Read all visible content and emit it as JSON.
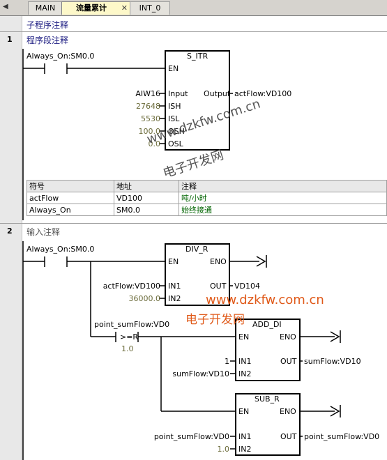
{
  "tabs": [
    {
      "label": "MAIN",
      "active": false
    },
    {
      "label": "流量累计",
      "active": true
    },
    {
      "label": "INT_0",
      "active": false
    }
  ],
  "subroutine_comment": "子程序注释",
  "network1": {
    "number": "1",
    "comment": "程序段注释",
    "contact": "Always_On:SM0.0",
    "box": {
      "name": "S_ITR",
      "en": "EN",
      "inputs": [
        {
          "operand": "AIW16",
          "pin": "Input"
        },
        {
          "operand": "27648",
          "pin": "ISH"
        },
        {
          "operand": "5530",
          "pin": "ISL"
        },
        {
          "operand": "100.0",
          "pin": "OSH"
        },
        {
          "operand": "0.0",
          "pin": "OSL"
        }
      ],
      "output_pin": "Output",
      "output_operand": "actFlow:VD100"
    },
    "symbol_table": {
      "headers": [
        "符号",
        "地址",
        "注释"
      ],
      "rows": [
        {
          "symbol": "actFlow",
          "address": "VD100",
          "comment": "吨/小时"
        },
        {
          "symbol": "Always_On",
          "address": "SM0.0",
          "comment": "始终接通"
        }
      ]
    }
  },
  "network2": {
    "number": "2",
    "comment": "输入注释",
    "contact": "Always_On:SM0.0",
    "div": {
      "name": "DIV_R",
      "en": "EN",
      "eno": "ENO",
      "in1_operand": "actFlow:VD100",
      "in1": "IN1",
      "in2_operand": "36000.0",
      "in2": "IN2",
      "out": "OUT",
      "out_operand": "VD104"
    },
    "compare": {
      "operand": "point_sumFlow:VD0",
      "op": ">=R",
      "value": "1.0"
    },
    "add": {
      "name": "ADD_DI",
      "en": "EN",
      "eno": "ENO",
      "in1_operand": "1",
      "in1": "IN1",
      "in2_operand": "sumFlow:VD10",
      "in2": "IN2",
      "out": "OUT",
      "out_operand": "sumFlow:VD10"
    },
    "sub": {
      "name": "SUB_R",
      "en": "EN",
      "eno": "ENO",
      "in1_operand": "point_sumFlow:VD0",
      "in1": "IN1",
      "in2_operand": "1.0",
      "in2": "IN2",
      "out": "OUT",
      "out_operand": "point_sumFlow:VD0"
    }
  },
  "watermarks": {
    "gray_url": "www.dzkfw.com.cn",
    "gray_name": "电子开发网",
    "orange_url": "www.dzkfw.com.cn",
    "orange_name": "电子开发网"
  }
}
